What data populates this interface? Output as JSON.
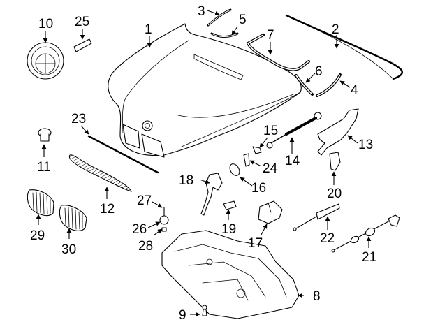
{
  "diagram": {
    "type": "exploded parts diagram",
    "subject": "Hood and components",
    "callouts": [
      {
        "id": "1",
        "label": "1"
      },
      {
        "id": "2",
        "label": "2"
      },
      {
        "id": "3",
        "label": "3"
      },
      {
        "id": "4",
        "label": "4"
      },
      {
        "id": "5",
        "label": "5"
      },
      {
        "id": "6",
        "label": "6"
      },
      {
        "id": "7",
        "label": "7"
      },
      {
        "id": "8",
        "label": "8"
      },
      {
        "id": "9",
        "label": "9"
      },
      {
        "id": "10",
        "label": "10"
      },
      {
        "id": "11",
        "label": "11"
      },
      {
        "id": "12",
        "label": "12"
      },
      {
        "id": "13",
        "label": "13"
      },
      {
        "id": "14",
        "label": "14"
      },
      {
        "id": "15",
        "label": "15"
      },
      {
        "id": "16",
        "label": "16"
      },
      {
        "id": "17",
        "label": "17"
      },
      {
        "id": "18",
        "label": "18"
      },
      {
        "id": "19",
        "label": "19"
      },
      {
        "id": "20",
        "label": "20"
      },
      {
        "id": "21",
        "label": "21"
      },
      {
        "id": "22",
        "label": "22"
      },
      {
        "id": "23",
        "label": "23"
      },
      {
        "id": "24",
        "label": "24"
      },
      {
        "id": "25",
        "label": "25"
      },
      {
        "id": "26",
        "label": "26"
      },
      {
        "id": "27",
        "label": "27"
      },
      {
        "id": "28",
        "label": "28"
      },
      {
        "id": "29",
        "label": "29"
      },
      {
        "id": "30",
        "label": "30"
      }
    ],
    "emblem_text": "BMW"
  }
}
